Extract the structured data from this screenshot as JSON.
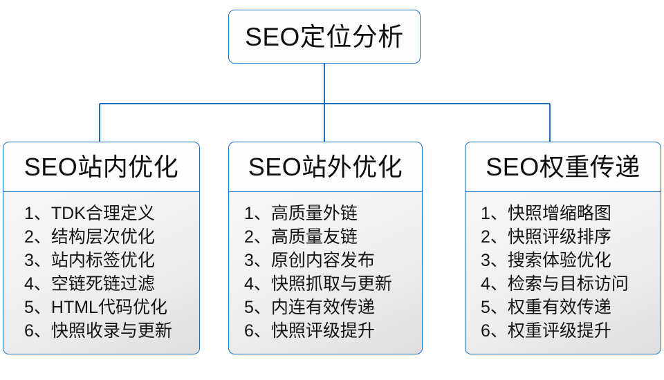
{
  "diagram": {
    "type": "org-chart",
    "accent_color": "#1f6fbf",
    "root": {
      "label": "SEO定位分析"
    },
    "branches": [
      {
        "title": "SEO站内优化",
        "items": [
          {
            "index": "1、",
            "text": "TDK合理定义"
          },
          {
            "index": "2、",
            "text": "结构层次优化"
          },
          {
            "index": "3、",
            "text": "站内标签优化"
          },
          {
            "index": "4、",
            "text": "空链死链过滤"
          },
          {
            "index": "5、",
            "text": "HTML代码优化"
          },
          {
            "index": "6、",
            "text": "快照收录与更新"
          }
        ]
      },
      {
        "title": "SEO站外优化",
        "items": [
          {
            "index": "1、",
            "text": "高质量外链"
          },
          {
            "index": "2、",
            "text": "高质量友链"
          },
          {
            "index": "3、",
            "text": "原创内容发布"
          },
          {
            "index": "4、",
            "text": "快照抓取与更新"
          },
          {
            "index": "5、",
            "text": "内连有效传递"
          },
          {
            "index": "6、",
            "text": "快照评级提升"
          }
        ]
      },
      {
        "title": "SEO权重传递",
        "items": [
          {
            "index": "1、",
            "text": "快照增缩略图"
          },
          {
            "index": "2、",
            "text": "快照评级排序"
          },
          {
            "index": "3、",
            "text": "搜索体验优化"
          },
          {
            "index": "4、",
            "text": "检索与目标访问"
          },
          {
            "index": "5、",
            "text": "权重有效传递"
          },
          {
            "index": "6、",
            "text": "权重评级提升"
          }
        ]
      }
    ]
  }
}
